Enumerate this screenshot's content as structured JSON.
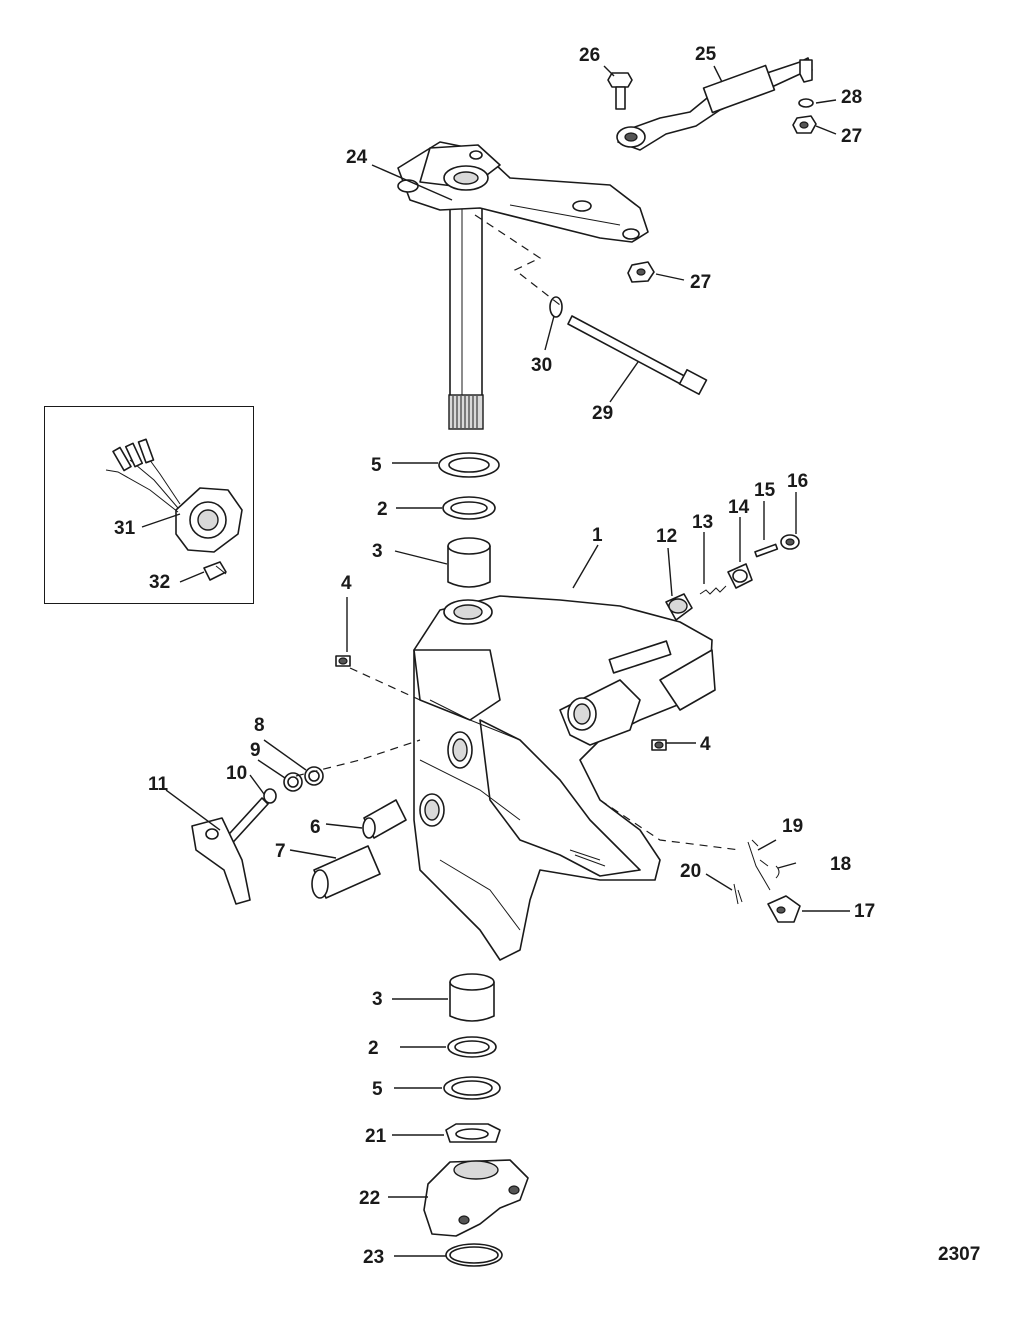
{
  "figure_id": "2307",
  "callouts": {
    "c1": "1",
    "c2a": "2",
    "c2b": "2",
    "c3a": "3",
    "c3b": "3",
    "c4a": "4",
    "c4b": "4",
    "c5a": "5",
    "c5b": "5",
    "c6": "6",
    "c7": "7",
    "c8": "8",
    "c9": "9",
    "c10": "10",
    "c11": "11",
    "c12": "12",
    "c13": "13",
    "c14": "14",
    "c15": "15",
    "c16": "16",
    "c17": "17",
    "c18": "18",
    "c19": "19",
    "c20": "20",
    "c21": "21",
    "c22": "22",
    "c23": "23",
    "c24": "24",
    "c25": "25",
    "c26": "26",
    "c27a": "27",
    "c27b": "27",
    "c28": "28",
    "c29": "29",
    "c30": "30",
    "c31": "31",
    "c32": "32"
  }
}
